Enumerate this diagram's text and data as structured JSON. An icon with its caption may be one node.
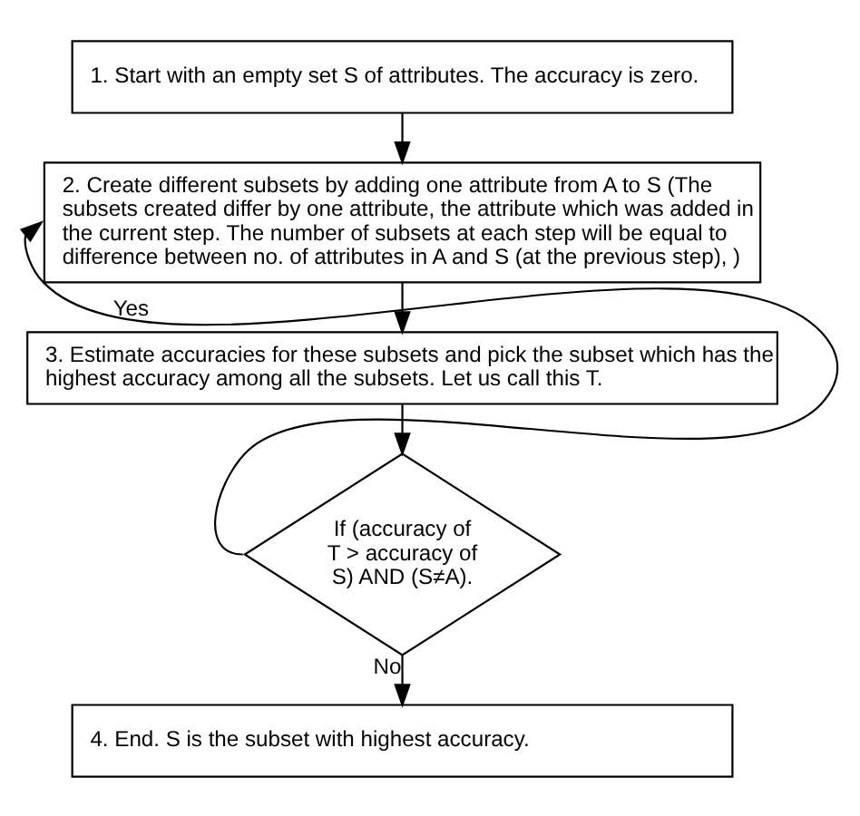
{
  "diagram": {
    "nodes": [
      {
        "text": [
          "1. Start with an empty set S of attributes. The accuracy is zero."
        ]
      },
      {
        "text": [
          "2. Create different subsets by adding one attribute from A to S (The subsets created differ by one attribute, the attribute which was added in the current step. The number of subsets at each step will be equal to difference between no. of attributes in A and S (at the previous step), )"
        ]
      },
      {
        "text": [
          "3. Estimate accuracies for these subsets and pick the subset which has the highest accuracy among all the subsets. Let us call this T."
        ]
      },
      {
        "text": [
          "If (accuracy of T > accuracy of S) AND (S≠A)."
        ]
      },
      {
        "text": [
          "4. End. S is the subset with highest accuracy."
        ]
      }
    ],
    "edges": [
      {
        "from": 0,
        "to": 1,
        "arrow": "to"
      },
      {
        "from": 1,
        "to": 2,
        "arrow": "to"
      },
      {
        "from": 2,
        "to": 3,
        "arrow": "to"
      },
      {
        "from": 3,
        "to": 1,
        "arrow": "to",
        "label": "Yes"
      },
      {
        "from": 3,
        "to": 4,
        "arrow": "to",
        "label": "No"
      }
    ]
  }
}
